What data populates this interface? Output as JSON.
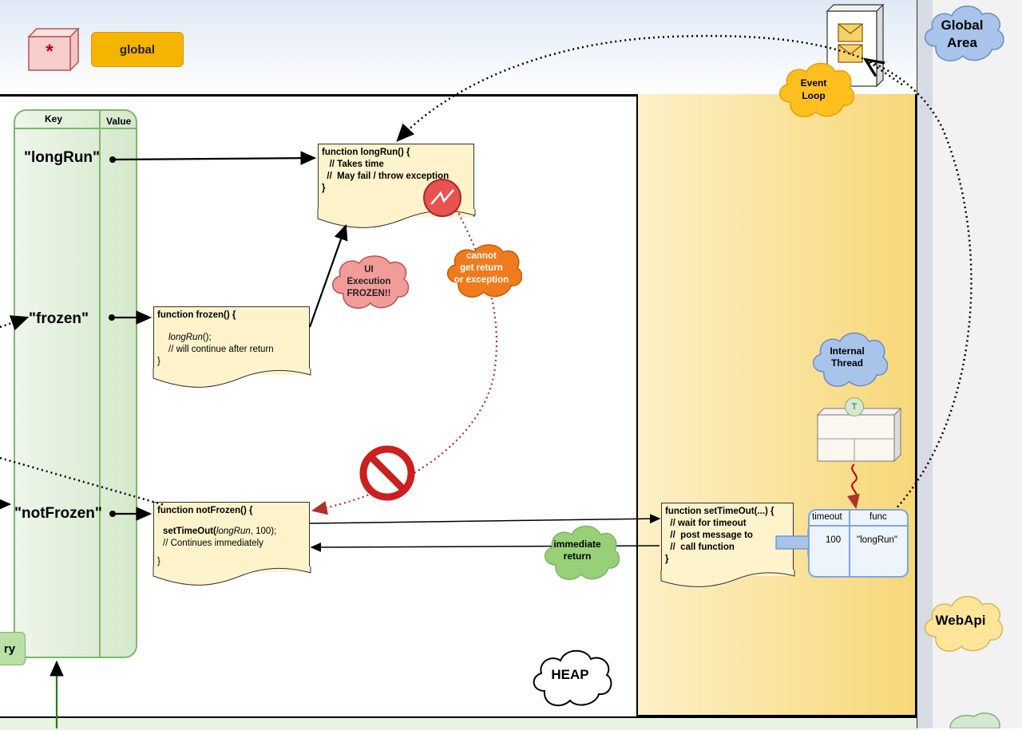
{
  "top": {
    "global_badge": "global",
    "asterisk": "*"
  },
  "clouds": {
    "global_area": "Global\nArea",
    "event_loop": "Event\nLoop",
    "ui_frozen": "UI\nExecution\nFROZEN!!",
    "cannot_get": "cannot\nget return\nor exception",
    "internal_thread": "Internal\nThread",
    "immediate_return": "immediate\nreturn",
    "webapi": "WebApi",
    "heap": "HEAP"
  },
  "registry": {
    "key_header": "Key",
    "value_header": "Value",
    "keys": [
      "\"longRun\"",
      "\"frozen\"",
      "\"notFrozen\""
    ],
    "side_label": "ry"
  },
  "functions": {
    "longrun": {
      "line1": "function longRun() {",
      "line2": "   // Takes time",
      "line3": "  //  May fail / throw exception",
      "line4": "}"
    },
    "frozen": {
      "line1": "function frozen() {",
      "line2_italic": "longRun",
      "line2_rest": "();",
      "line3": "// will continue after return",
      "line4": "}"
    },
    "notfrozen": {
      "line1": "function notFrozen() {",
      "line2_a": "setTimeOut(",
      "line2_b": "longRun",
      "line2_c": ", 100);",
      "line3": "// Continues immediately",
      "line4": "}"
    },
    "settimeout": {
      "line1": "function setTimeOut(...) {",
      "line2": "  // wait for timeout",
      "line3": "  //  post message to",
      "line4": "  //  call function",
      "line5": "}"
    }
  },
  "timer_table": {
    "col1": "timeout",
    "col2": "func",
    "val1": "100",
    "val2": "\"longRun\""
  },
  "thread_badge": "T",
  "colors": {
    "registry_border": "#7cb96a",
    "webapi_fill": "#f7d778",
    "global_badge": "#f5b400",
    "cloud_blue": "#a9c4eb",
    "cloud_red": "#f19c99",
    "cloud_orange": "#f07b1d",
    "cloud_green": "#97d077",
    "dotted_red": "#b0302a"
  }
}
